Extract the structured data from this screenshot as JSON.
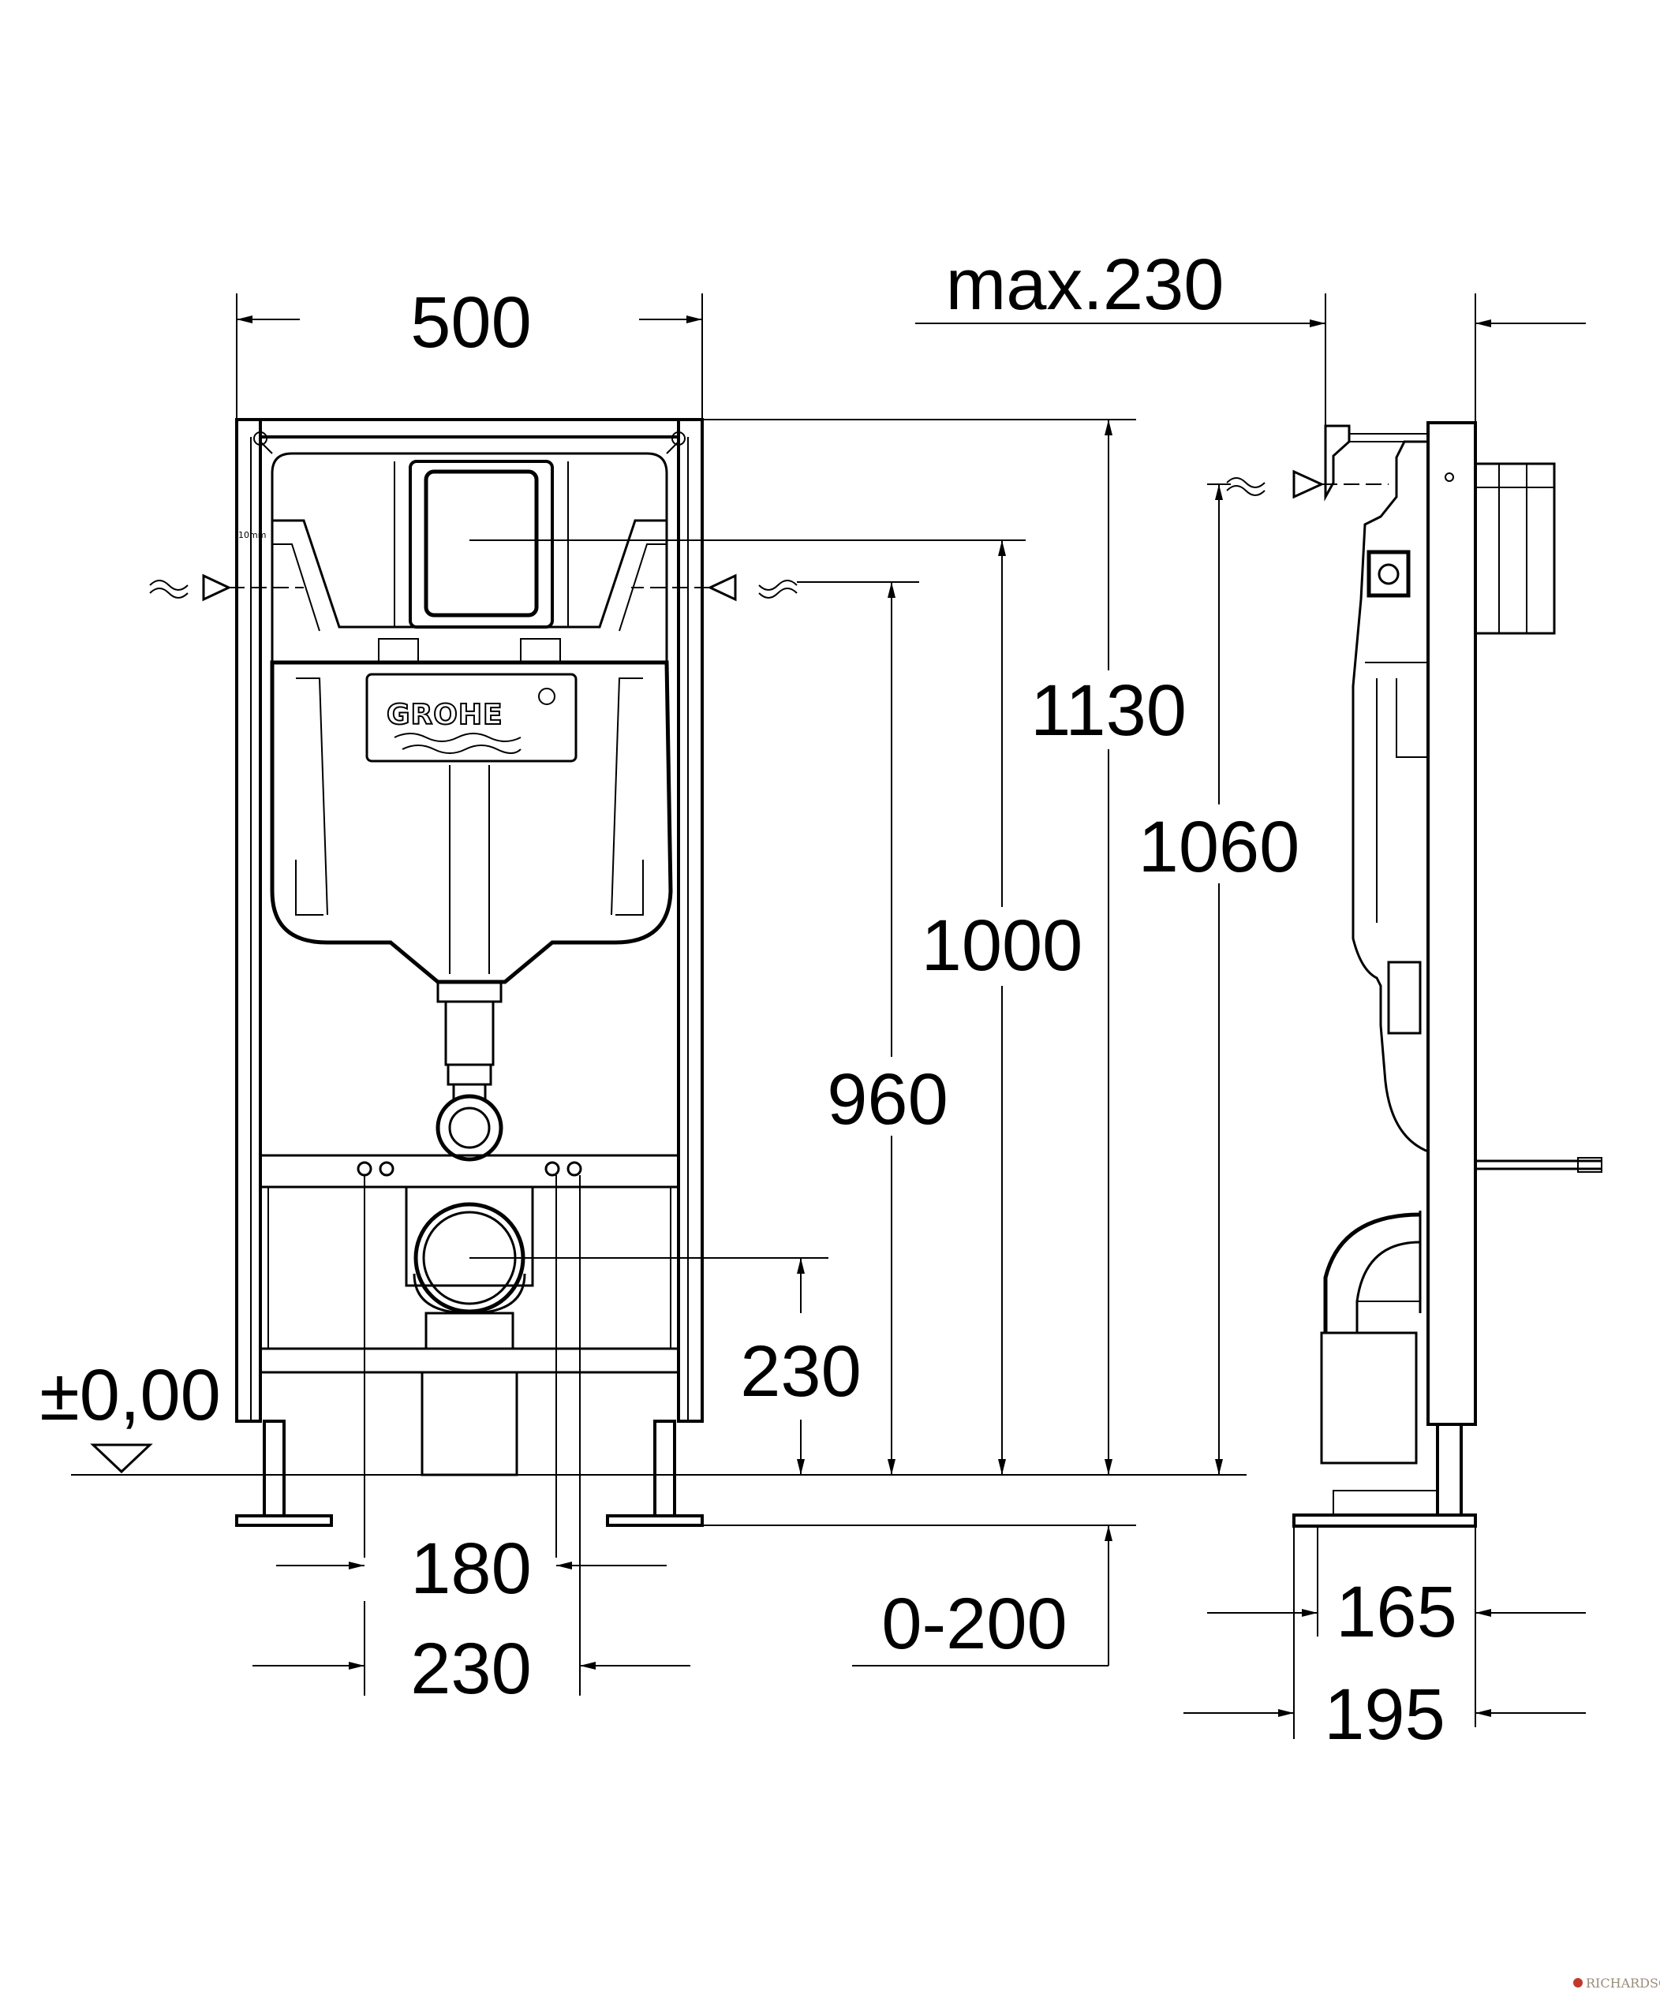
{
  "dimensions": {
    "width_500": "500",
    "max_230": "max.230",
    "h_1130": "1130",
    "h_1060": "1060",
    "h_1000": "1000",
    "h_960": "960",
    "h_230": "230",
    "floor_level": "±0,00",
    "w_180": "180",
    "w_230": "230",
    "adj_0_200": "0-200",
    "d_165": "165",
    "d_195": "195"
  },
  "labels": {
    "brand": "GROHE",
    "small_marking": "10mm",
    "watermark": "RICHARDSON"
  }
}
